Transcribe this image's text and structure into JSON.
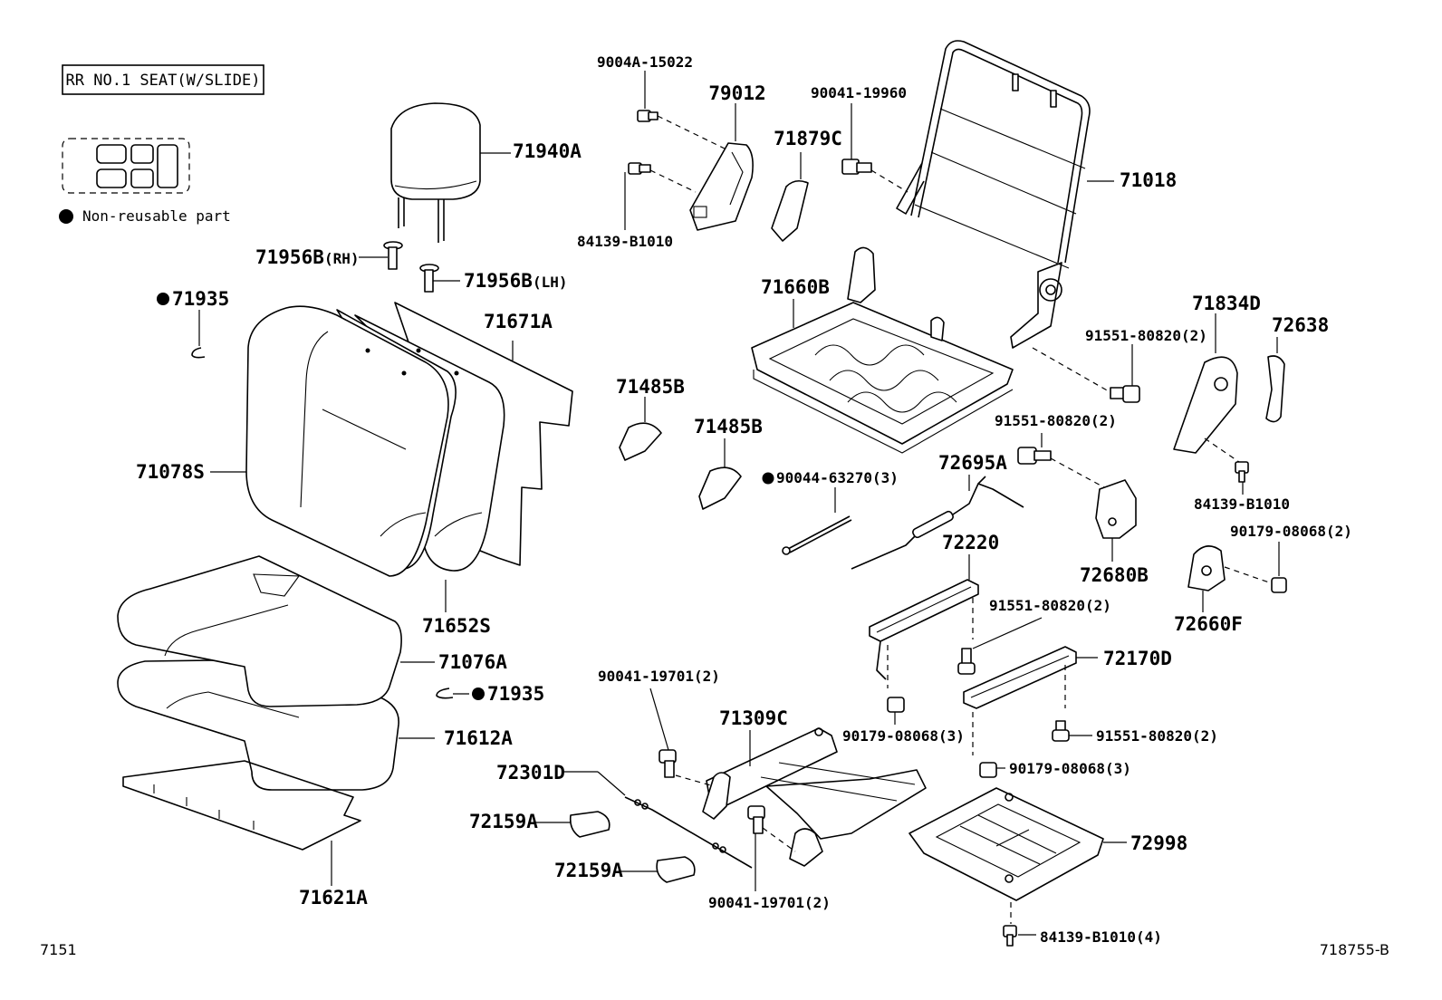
{
  "diagram": {
    "title": "RR NO.1 SEAT(W/SLIDE)",
    "legend": {
      "non_reusable_label": "Non-reusable part",
      "marker": "●"
    },
    "corner_left": "7151",
    "corner_right": "718755-B",
    "labels": {
      "p9004A_15022": "9004A-15022",
      "p79012": "79012",
      "p90041_19960": "90041-19960",
      "p71879C": "71879C",
      "p71018": "71018",
      "p71940A": "71940A",
      "p84139_B1010_a": "84139-B1010",
      "p71956B_RH": "71956B",
      "p71956B_RH_suffix": "(RH)",
      "p71956B_LH": "71956B",
      "p71956B_LH_suffix": "(LH)",
      "p71935_a": "71935",
      "p71671A": "71671A",
      "p71660B": "71660B",
      "p71834D": "71834D",
      "p72638": "72638",
      "p91551_80820_a": "91551-80820(2)",
      "p71485B_a": "71485B",
      "p71485B_b": "71485B",
      "p91551_80820_b": "91551-80820(2)",
      "p71078S": "71078S",
      "p90044_63270": "90044-63270(3)",
      "p72695A": "72695A",
      "p84139_B1010_b": "84139-B1010",
      "p90179_08068_a": "90179-08068(2)",
      "p72220": "72220",
      "p72680B": "72680B",
      "p71652S": "71652S",
      "p91551_80820_c": "91551-80820(2)",
      "p72660F": "72660F",
      "p71076A": "71076A",
      "p72170D": "72170D",
      "p90041_19701_a": "90041-19701(2)",
      "p71935_b": "71935",
      "p71612A": "71612A",
      "p71309C": "71309C",
      "p90179_08068_b": "90179-08068(3)",
      "p91551_80820_d": "91551-80820(2)",
      "p72301D": "72301D",
      "p90179_08068_c": "90179-08068(3)",
      "p72159A_a": "72159A",
      "p72998": "72998",
      "p72159A_b": "72159A",
      "p90041_19701_b": "90041-19701(2)",
      "p71621A": "71621A",
      "p84139_B1010_c": "84139-B1010(4)"
    }
  }
}
